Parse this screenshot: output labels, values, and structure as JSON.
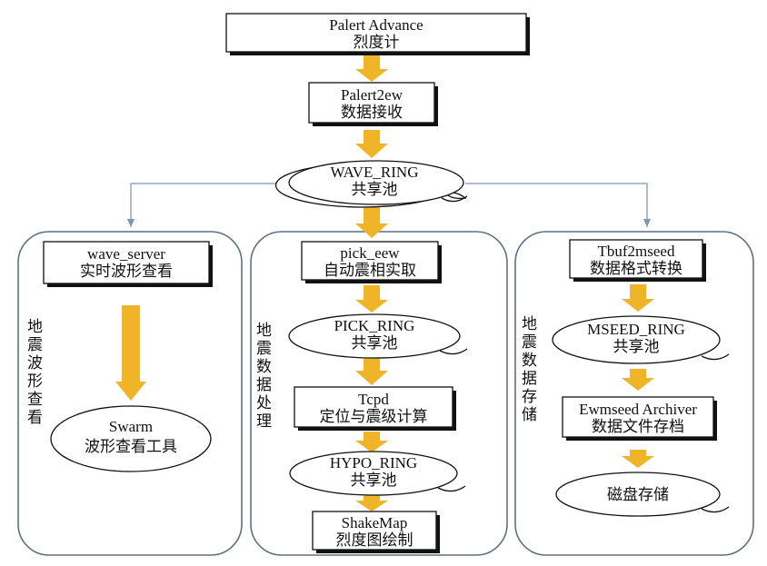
{
  "colors": {
    "arrow": "#f0b429",
    "panel_border": "#5c7184",
    "connector": "#7f97ab",
    "outline": "#111111"
  },
  "top": {
    "palert": {
      "line1": "Palert Advance",
      "line2": "烈度计"
    },
    "palert2ew": {
      "line1": "Palert2ew",
      "line2": "数据接收"
    },
    "wave_ring": {
      "line1": "WAVE_RING",
      "line2": "共享池"
    }
  },
  "panels": {
    "waveform": {
      "side_label": [
        "地",
        "震",
        "波",
        "形",
        "查",
        "看"
      ],
      "wave_server": {
        "line1": "wave_server",
        "line2": "实时波形查看"
      },
      "swarm": {
        "line1": "Swarm",
        "line2": "波形查看工具"
      }
    },
    "processing": {
      "side_label": [
        "地",
        "震",
        "数",
        "据",
        "处",
        "理"
      ],
      "pick_eew": {
        "line1": "pick_eew",
        "line2": "自动震相实取"
      },
      "pick_ring": {
        "line1": "PICK_RING",
        "line2": "共享池"
      },
      "tcpd": {
        "line1": "Tcpd",
        "line2": "定位与震级计算"
      },
      "hypo_ring": {
        "line1": "HYPO_RING",
        "line2": "共享池"
      },
      "shakemap": {
        "line1": "ShakeMap",
        "line2": "烈度图绘制"
      }
    },
    "storage": {
      "side_label": [
        "地",
        "震",
        "数",
        "据",
        "存",
        "储"
      ],
      "tbuf2mseed": {
        "line1": "Tbuf2mseed",
        "line2": "数据格式转换"
      },
      "mseed_ring": {
        "line1": "MSEED_RING",
        "line2": "共享池"
      },
      "ewmseed": {
        "line1": "Ewmseed Archiver",
        "line2": "数据文件存档"
      },
      "disk": {
        "line1": "磁盘存储"
      }
    }
  }
}
